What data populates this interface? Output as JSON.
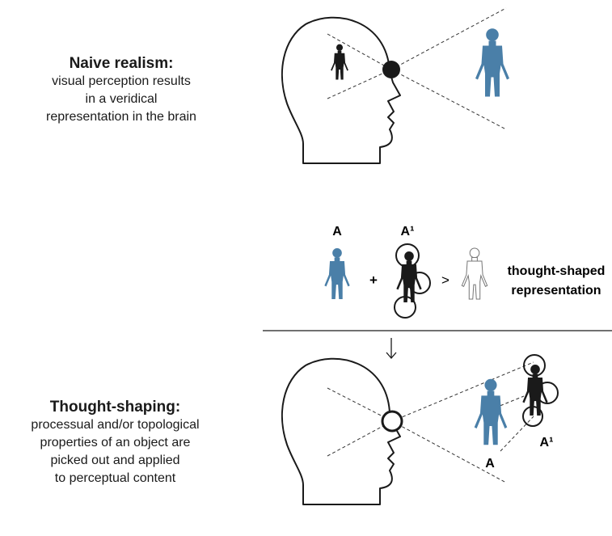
{
  "naive": {
    "title": "Naive realism:",
    "lines": [
      "visual perception results",
      "in a veridical",
      "representation in the brain"
    ]
  },
  "formula": {
    "label_a": "A",
    "label_a1": "A¹",
    "plus": "+",
    "greater": ">",
    "result_lines": [
      "thought-shaped",
      "representation"
    ]
  },
  "thought": {
    "title": "Thought-shaping:",
    "lines": [
      "processual and/or topological",
      "properties of an object are",
      "picked out and applied",
      "to perceptual content"
    ],
    "label_a": "A",
    "label_a1": "A¹"
  },
  "arrow_symbol": "↓",
  "colors": {
    "blue": "#4a7fa8",
    "black": "#1a1a1a",
    "white": "#ffffff"
  }
}
